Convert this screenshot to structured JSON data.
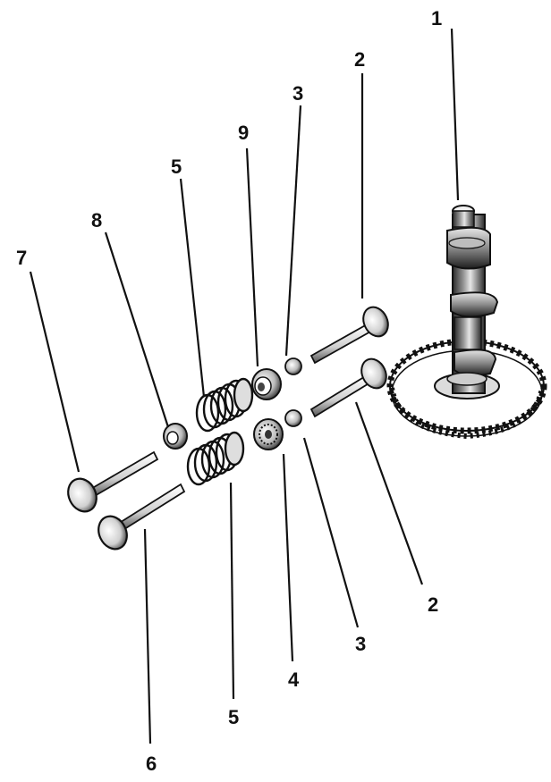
{
  "callouts": {
    "c1": "1",
    "c2_top": "2",
    "c2_bottom": "2",
    "c3_top": "3",
    "c3_bottom": "3",
    "c4": "4",
    "c5_top": "5",
    "c5_bottom": "5",
    "c6": "6",
    "c7": "7",
    "c8": "8",
    "c9": "9"
  },
  "colors": {
    "ink": "#111111",
    "paper": "#ffffff",
    "shade_light": "#e6e6e6",
    "shade_mid": "#9a9a9a",
    "shade_dark": "#2a2a2a"
  }
}
